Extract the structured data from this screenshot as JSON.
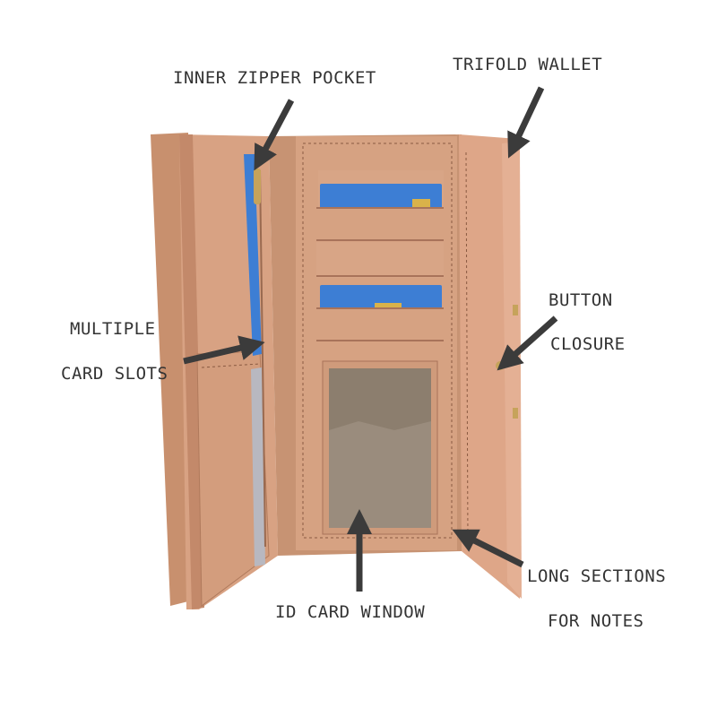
{
  "colors": {
    "background": "#ffffff",
    "leather_light": "#d9a585",
    "leather_mid": "#c58f6c",
    "leather_dark": "#a8735a",
    "stitch": "#8a5a42",
    "card_blue": "#3d7ed4",
    "arrow": "#3b3b3b",
    "label_text": "#333333",
    "window_tint": "#8c7e6e"
  },
  "icons": {
    "arrow": "arrow-icon"
  },
  "labels": {
    "inner_zipper_pocket": "INNER ZIPPER POCKET",
    "trifold_wallet": "TRIFOLD WALLET",
    "multiple": "MULTIPLE",
    "card_slots": "CARD SLOTS",
    "button": "BUTTON",
    "closure": "CLOSURE",
    "id_card_window": "ID CARD WINDOW",
    "long_sections": "LONG SECTIONS",
    "for_notes": "FOR NOTES"
  }
}
